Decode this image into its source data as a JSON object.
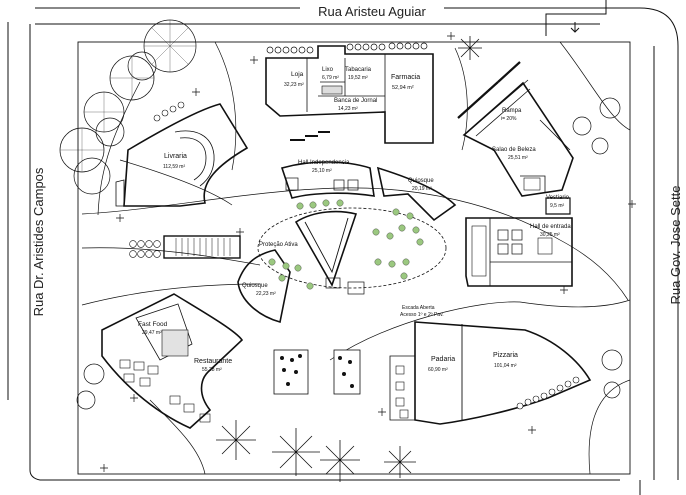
{
  "streets": {
    "top": "Rua Aristeu Aguiar",
    "left": "Rua Dr. Aristides Campos",
    "right": "Rua Gov. Jose Sette"
  },
  "spaces": {
    "loja": {
      "name": "Loja",
      "area": "32,23 m²"
    },
    "lixo": {
      "name": "Lixo",
      "area": "6,79 m²"
    },
    "tabacaria": {
      "name": "Tabacaria",
      "area": "19,52 m²"
    },
    "farmacia": {
      "name": "Farmacia",
      "area": "52,94 m²"
    },
    "banca": {
      "name": "Banca de Jornal",
      "area": "14,23 m²"
    },
    "rampa": {
      "name": "Rampa",
      "area": "i= 20%"
    },
    "livraria": {
      "name": "Livraria",
      "area": "112,59 m²"
    },
    "salao": {
      "name": "Salao de Beleza",
      "area": "25,51 m²"
    },
    "hall": {
      "name": "Hall Independencia",
      "area": "25,10 m²"
    },
    "quiosque1": {
      "name": "Quiosque",
      "area": "20,19 m²"
    },
    "quiosque2": {
      "name": "Quiosque",
      "area": "22,23 m²"
    },
    "vestiario": {
      "name": "Vestiario",
      "area": "9,5 m²"
    },
    "hall_entrada": {
      "name": "Hall de entrada",
      "area": "30,25 m²"
    },
    "protecao": {
      "name": "Proteção Ativa"
    },
    "fastfood": {
      "name": "Fast Food",
      "area": "29,47 m²"
    },
    "restaurante": {
      "name": "Restaurante",
      "area": "55,28 m²"
    },
    "padaria": {
      "name": "Padaria",
      "area": "60,90 m²"
    },
    "pizzaria": {
      "name": "Pizzaria",
      "area": "101,04 m²"
    },
    "escada": {
      "name": "Escada Aberta",
      "area": "Acesso 1º e 2º Pav."
    }
  }
}
